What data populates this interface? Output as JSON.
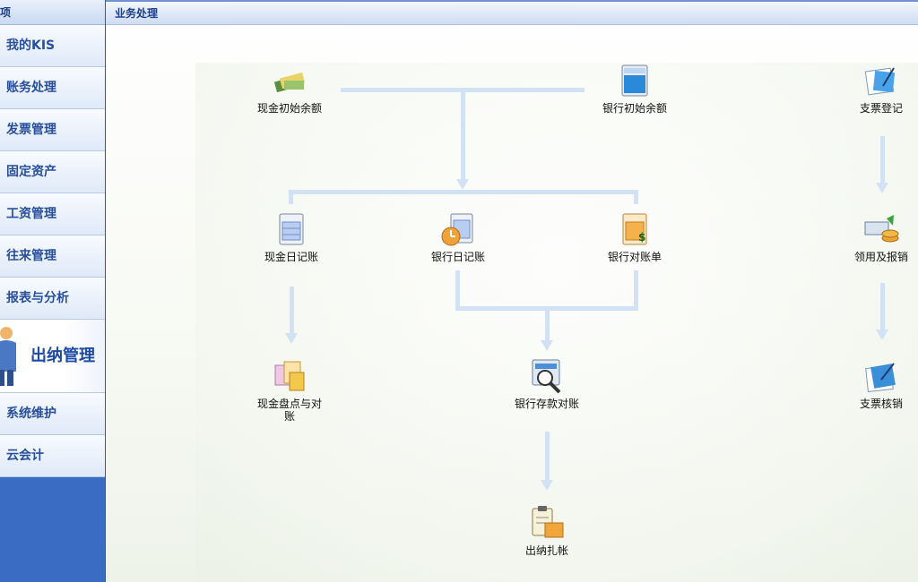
{
  "sidebar": {
    "header": "项",
    "items": [
      {
        "label": "我的KIS"
      },
      {
        "label": "账务处理"
      },
      {
        "label": "发票管理"
      },
      {
        "label": "固定资产"
      },
      {
        "label": "工资管理"
      },
      {
        "label": "往来管理"
      },
      {
        "label": "报表与分析"
      },
      {
        "label": "出纳管理"
      },
      {
        "label": "系统维护"
      },
      {
        "label": "云会计"
      }
    ]
  },
  "main": {
    "title": "业务处理",
    "nodes": {
      "cash_init": "现金初始余额",
      "bank_init": "银行初始余额",
      "check_register": "支票登记",
      "cash_journal": "现金日记账",
      "bank_journal": "银行日记账",
      "bank_statement": "银行对账单",
      "receive_reimburse": "领用及报销",
      "cash_count": "现金盘点与对账",
      "bank_reconcile": "银行存款对账",
      "check_cancel": "支票核销",
      "cashier_close": "出纳扎帐"
    }
  },
  "colors": {
    "sidebar_bg": "#3a6cc4",
    "accent": "#1d4aa5",
    "flow_line": "#d2e2f4"
  }
}
